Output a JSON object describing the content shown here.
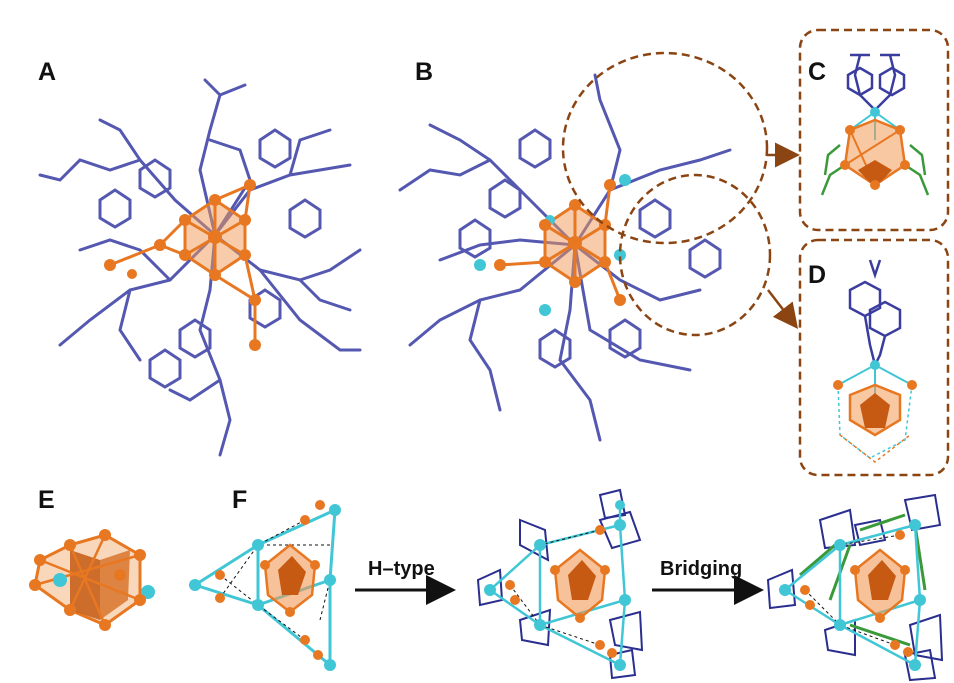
{
  "panels": {
    "A": "A",
    "B": "B",
    "C": "C",
    "D": "D",
    "E": "E",
    "F": "F"
  },
  "arrows": {
    "first": "H–type",
    "second": "Bridging"
  },
  "colors": {
    "ligand": "#3a3d9e",
    "ligand_light": "#8f93d2",
    "metal_core": "#e87722",
    "metal_core_dark": "#c65a12",
    "metal_alt": "#41c6d6",
    "bridge": "#3a9a3a",
    "callout": "#8b4513",
    "arrow": "#111111"
  }
}
